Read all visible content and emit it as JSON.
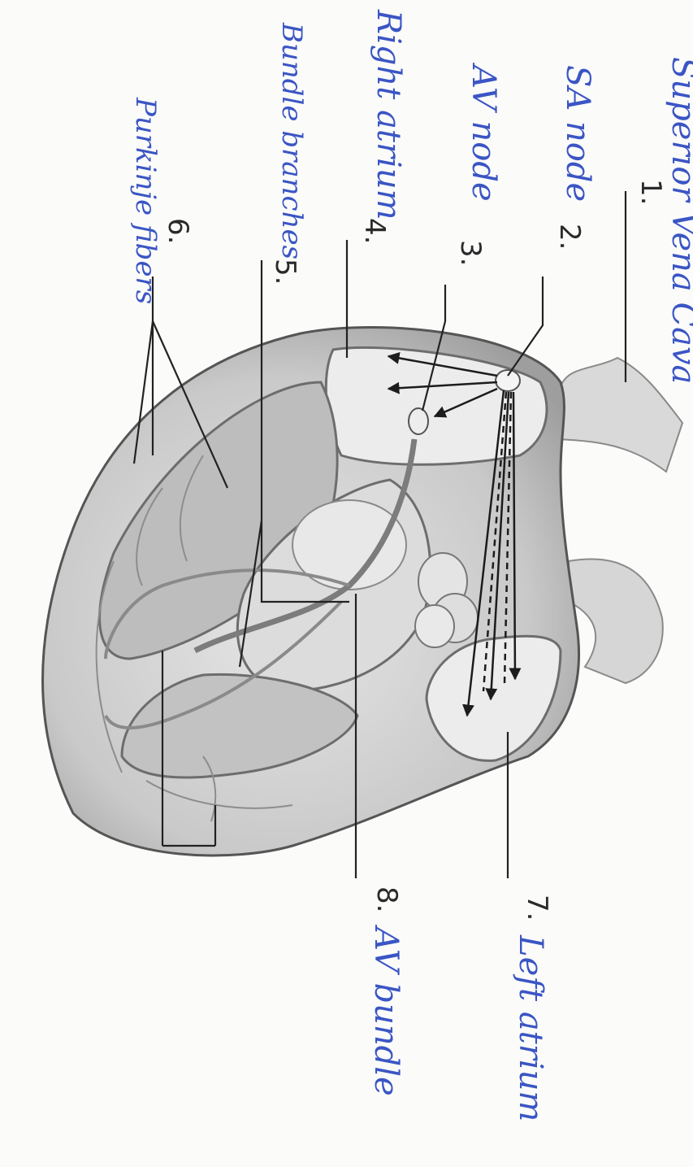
{
  "labels": [
    {
      "number": "1.",
      "text": "Superior Vena Cava"
    },
    {
      "number": "2.",
      "text": "SA node"
    },
    {
      "number": "3.",
      "text": "AV node"
    },
    {
      "number": "4.",
      "text": "Right atrium"
    },
    {
      "number": "5.",
      "text": "Bundle branches"
    },
    {
      "number": "6.",
      "text": "Purkinje fibers"
    },
    {
      "number": "7.",
      "text": "Left atrium"
    },
    {
      "number": "8.",
      "text": "AV bundle"
    }
  ],
  "colors": {
    "handwriting": "#3a55c4",
    "tissue": "#cfcfcf",
    "chamber": "#ececec",
    "ink": "#222222"
  }
}
